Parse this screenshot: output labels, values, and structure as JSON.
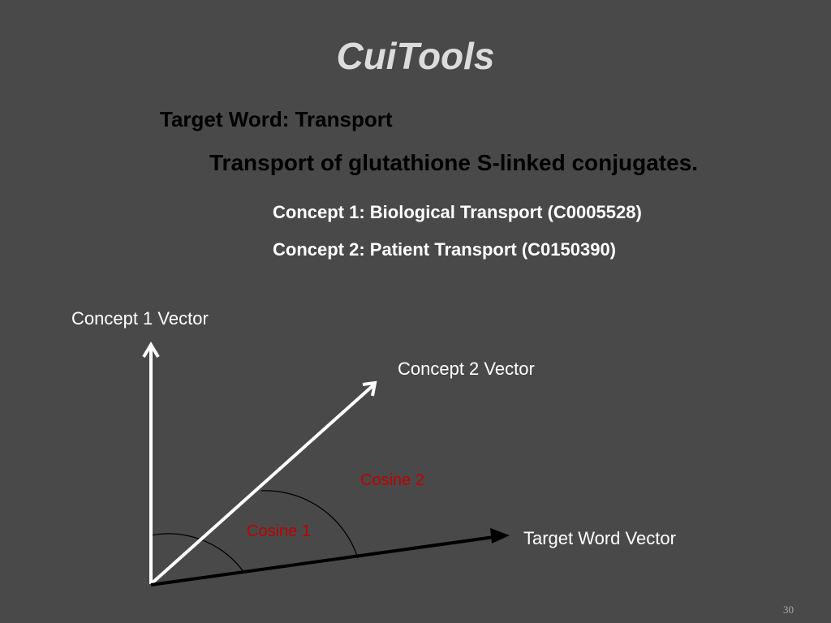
{
  "slide": {
    "title": "CuiTools",
    "target_word": "Target Word: Transport",
    "sentence": "Transport of glutathione S-linked conjugates.",
    "concept1": "Concept 1: Biological Transport (C0005528)",
    "concept2": "Concept 2: Patient Transport (C0150390)",
    "page_number": "30"
  },
  "diagram": {
    "concept1_vector_label": "Concept 1 Vector",
    "concept2_vector_label": "Concept 2 Vector",
    "target_vector_label": "Target Word Vector",
    "cosine1_label": "Cosine 1",
    "cosine2_label": "Cosine 2"
  },
  "colors": {
    "background": "#494949",
    "title": "#dcdcdc",
    "vector_white": "#ffffff",
    "vector_black": "#000000",
    "cosine_label": "#c00000"
  }
}
